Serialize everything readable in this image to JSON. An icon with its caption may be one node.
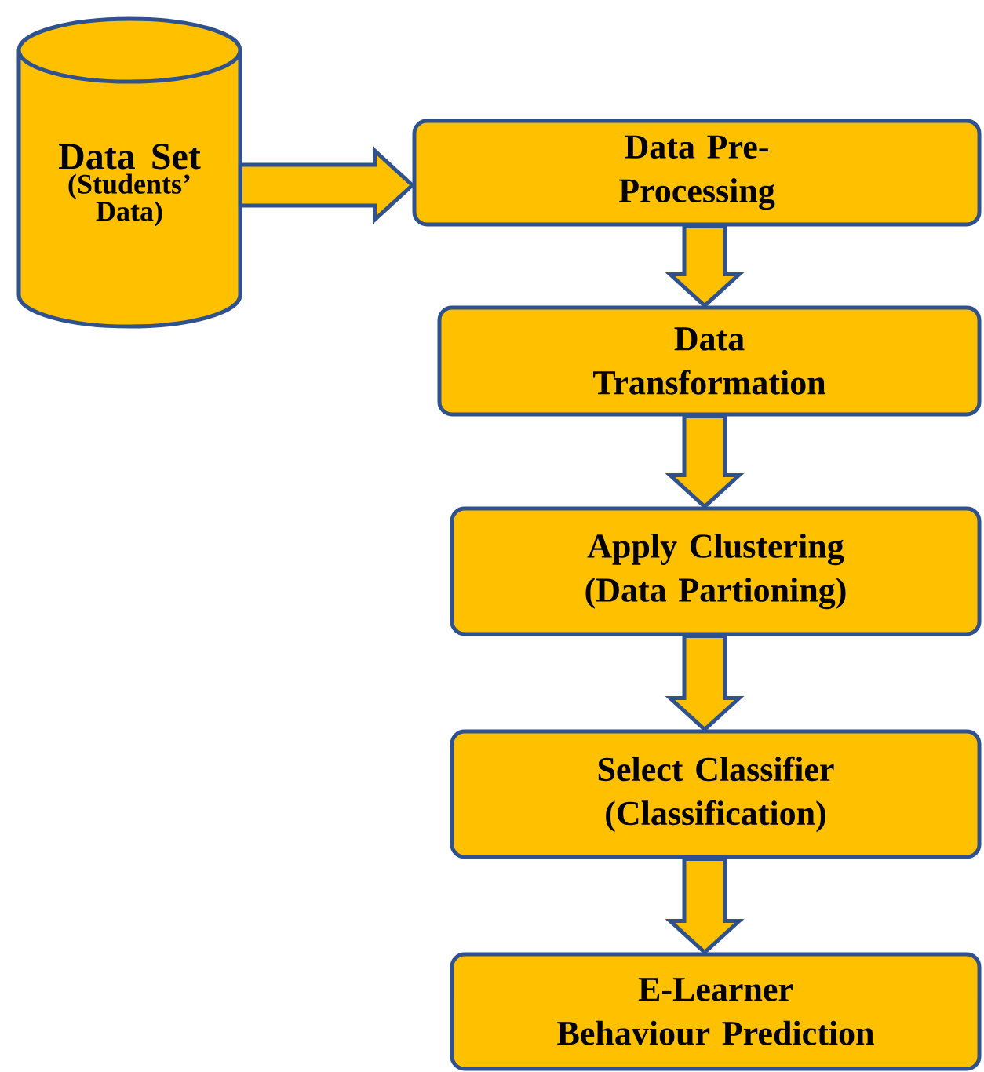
{
  "diagram": {
    "nodes": [
      {
        "text": [
          "Data Set",
          "(Students’ Data)"
        ]
      },
      {
        "text": [
          "Data Pre-Processing"
        ]
      },
      {
        "text": [
          "Data Transformation"
        ]
      },
      {
        "text": [
          "Apply Clustering (Data Partioning)"
        ]
      },
      {
        "text": [
          "Select Classifier (Classification)"
        ]
      },
      {
        "text": [
          "E-Learner Behaviour Prediction"
        ]
      }
    ],
    "edges": [
      {
        "from": 0,
        "to": 1,
        "arrow": "to"
      },
      {
        "from": 1,
        "to": 2,
        "arrow": "to"
      },
      {
        "from": 2,
        "to": 3,
        "arrow": "to"
      },
      {
        "from": 3,
        "to": 4,
        "arrow": "to"
      },
      {
        "from": 4,
        "to": 5,
        "arrow": "to"
      }
    ]
  }
}
